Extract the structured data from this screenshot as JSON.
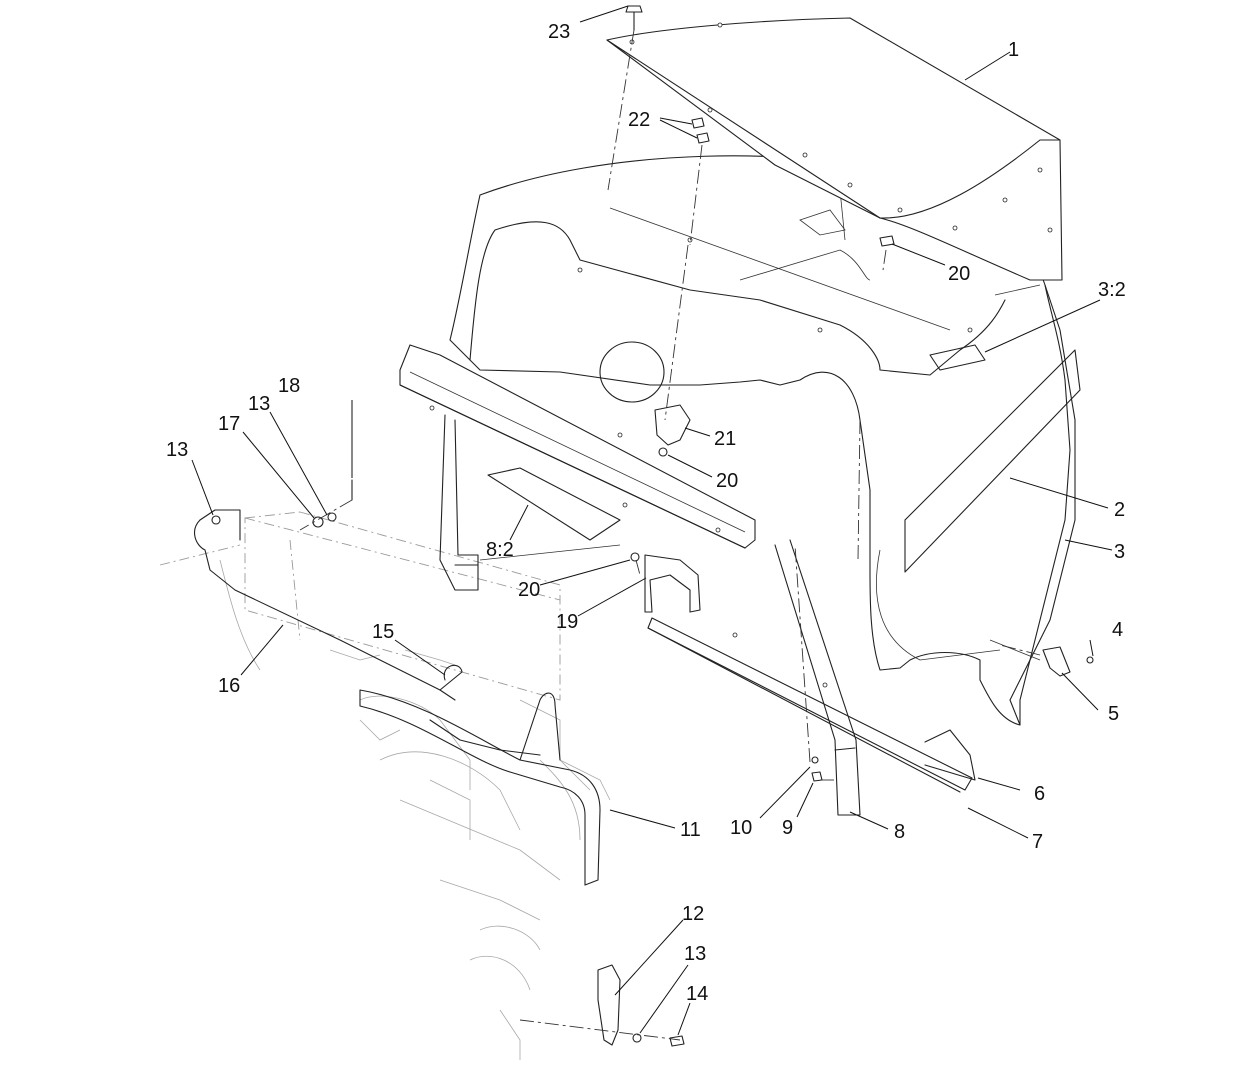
{
  "callouts": [
    {
      "id": "c1",
      "text": "1"
    },
    {
      "id": "c2",
      "text": "2"
    },
    {
      "id": "c3",
      "text": "3"
    },
    {
      "id": "c3_2",
      "text": "3:2"
    },
    {
      "id": "c4",
      "text": "4"
    },
    {
      "id": "c5",
      "text": "5"
    },
    {
      "id": "c6",
      "text": "6"
    },
    {
      "id": "c7",
      "text": "7"
    },
    {
      "id": "c8",
      "text": "8"
    },
    {
      "id": "c8_2",
      "text": "8:2"
    },
    {
      "id": "c9",
      "text": "9"
    },
    {
      "id": "c10",
      "text": "10"
    },
    {
      "id": "c11",
      "text": "11"
    },
    {
      "id": "c12",
      "text": "12"
    },
    {
      "id": "c13a",
      "text": "13"
    },
    {
      "id": "c13b",
      "text": "13"
    },
    {
      "id": "c13c",
      "text": "13"
    },
    {
      "id": "c14",
      "text": "14"
    },
    {
      "id": "c15",
      "text": "15"
    },
    {
      "id": "c16",
      "text": "16"
    },
    {
      "id": "c17",
      "text": "17"
    },
    {
      "id": "c18",
      "text": "18"
    },
    {
      "id": "c19",
      "text": "19"
    },
    {
      "id": "c20a",
      "text": "20"
    },
    {
      "id": "c20b",
      "text": "20"
    },
    {
      "id": "c20c",
      "text": "20"
    },
    {
      "id": "c21",
      "text": "21"
    },
    {
      "id": "c22",
      "text": "22"
    },
    {
      "id": "c23",
      "text": "23"
    }
  ]
}
